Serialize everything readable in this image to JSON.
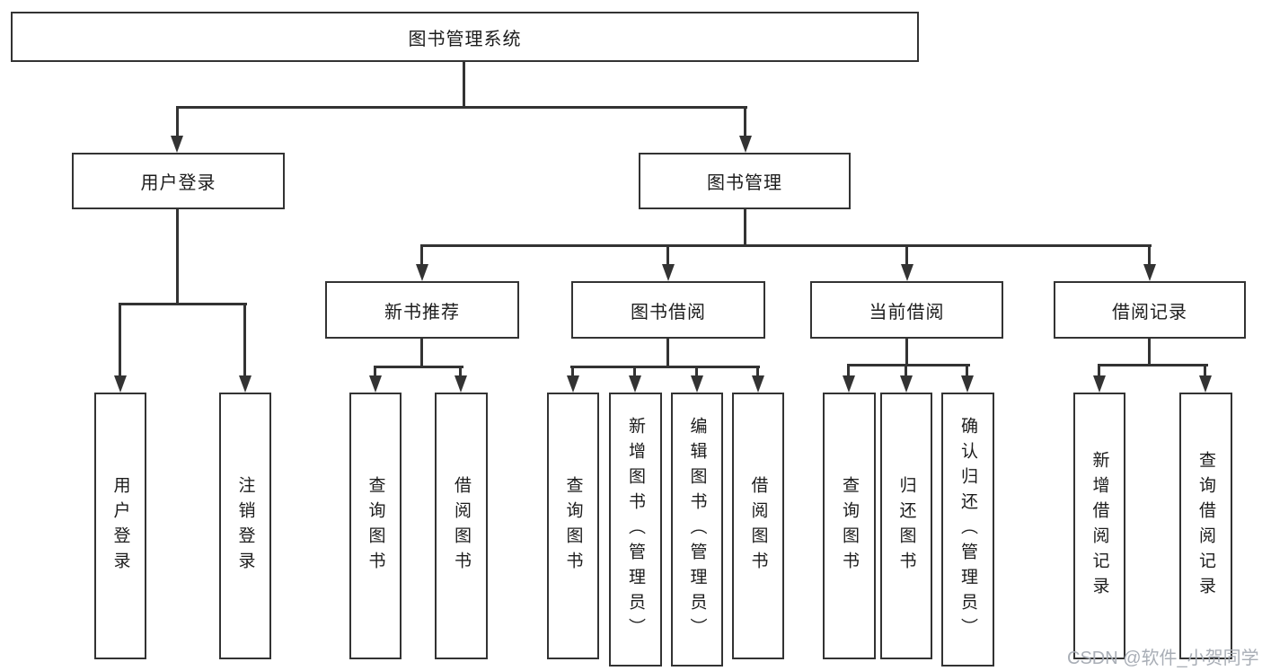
{
  "colors": {
    "line": "#333333",
    "text": "#1c1c1c",
    "watermark": "#a9aeb6",
    "background": "#ffffff"
  },
  "diagram": {
    "root": {
      "label": "图书管理系统"
    },
    "level1": [
      {
        "label": "用户登录"
      },
      {
        "label": "图书管理"
      }
    ],
    "level2": [
      {
        "label": "新书推荐"
      },
      {
        "label": "图书借阅"
      },
      {
        "label": "当前借阅"
      },
      {
        "label": "借阅记录"
      }
    ],
    "leaves": [
      {
        "label": "用户登录"
      },
      {
        "label": "注销登录"
      },
      {
        "label": "查询图书"
      },
      {
        "label": "借阅图书"
      },
      {
        "label": "查询图书"
      },
      {
        "label": "新增图书（管理员）"
      },
      {
        "label": "编辑图书（管理员）"
      },
      {
        "label": "借阅图书"
      },
      {
        "label": "查询图书"
      },
      {
        "label": "归还图书"
      },
      {
        "label": "确认归还（管理员）"
      },
      {
        "label": "新增借阅记录"
      },
      {
        "label": "查询借阅记录"
      }
    ]
  },
  "watermark": {
    "text": "CSDN @软件_小贺同学"
  }
}
